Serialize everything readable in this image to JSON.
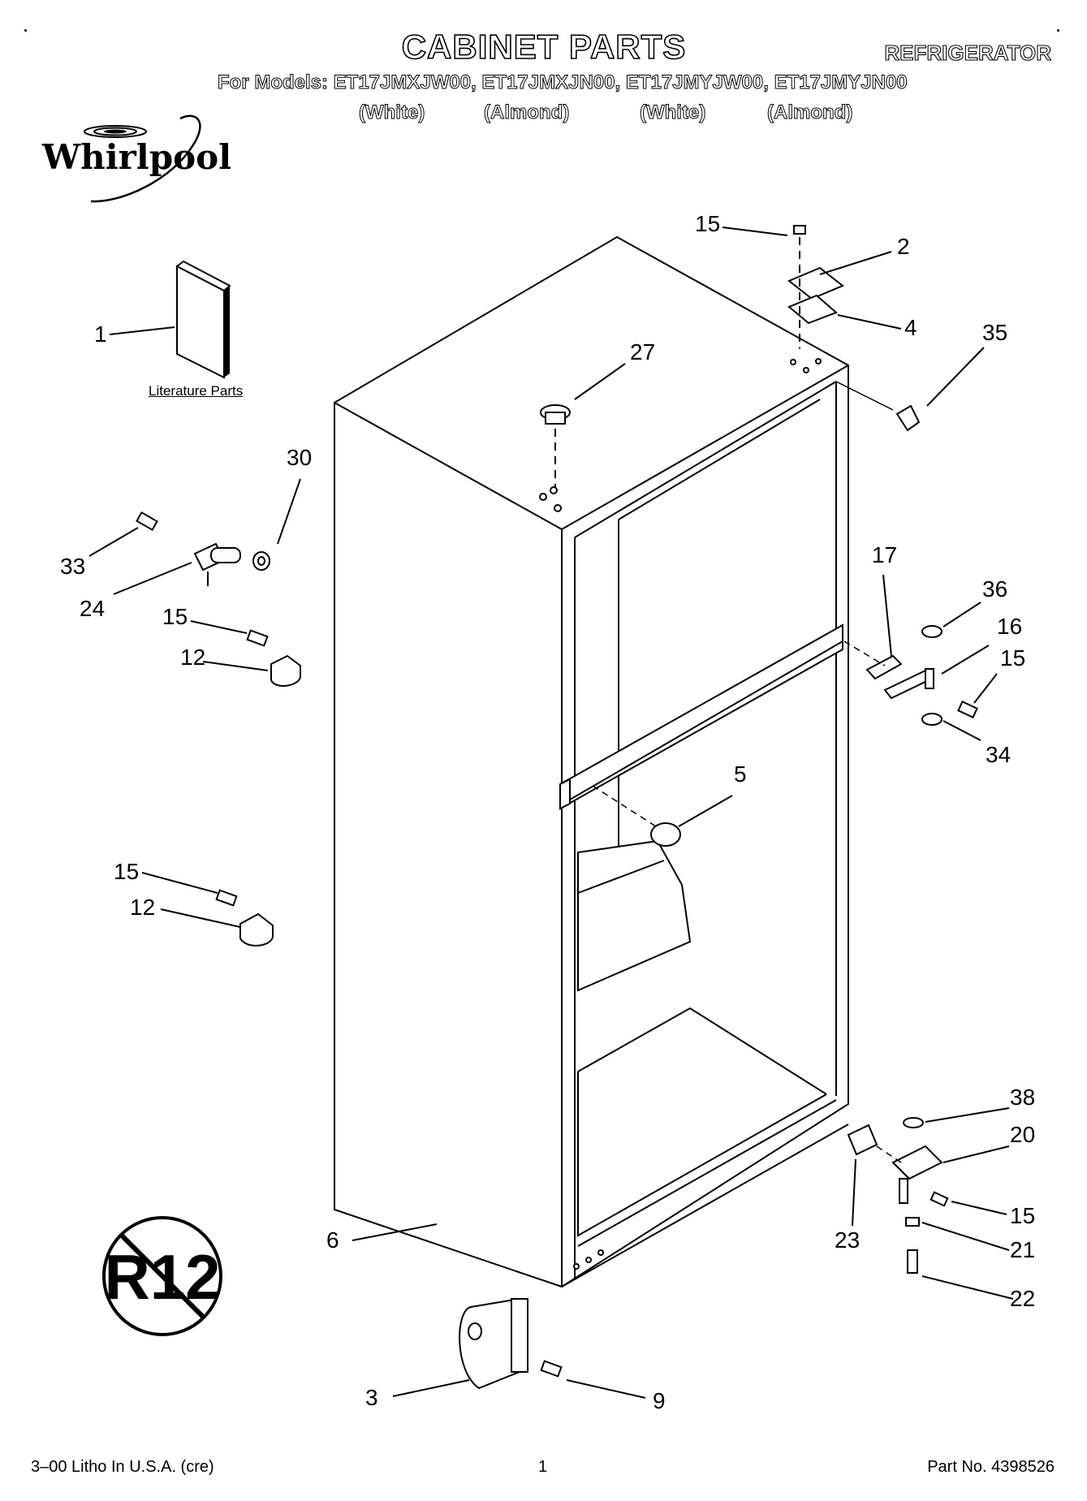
{
  "header": {
    "title": "CABINET PARTS",
    "appliance": "REFRIGERATOR",
    "models_line": "For Models: ET17JMXJW00, ET17JMXJN00, ET17JMYJW00, ET17JMYJN00",
    "colors": [
      "(White)",
      "(Almond)",
      "(White)",
      "(Almond)"
    ]
  },
  "brand": {
    "logo_text": "Whirlpool"
  },
  "literature_label": "Literature Parts",
  "badge": {
    "text": "R12",
    "meaning": "no-R12-refrigerant-symbol"
  },
  "callouts": [
    "15",
    "2",
    "4",
    "35",
    "27",
    "1",
    "30",
    "33",
    "24",
    "15",
    "12",
    "17",
    "36",
    "16",
    "15",
    "34",
    "5",
    "15",
    "12",
    "38",
    "20",
    "15",
    "23",
    "21",
    "6",
    "22",
    "3",
    "9"
  ],
  "footer": {
    "left": "3–00 Litho In U.S.A. (cre)",
    "center": "1",
    "right": "Part No. 4398526"
  }
}
